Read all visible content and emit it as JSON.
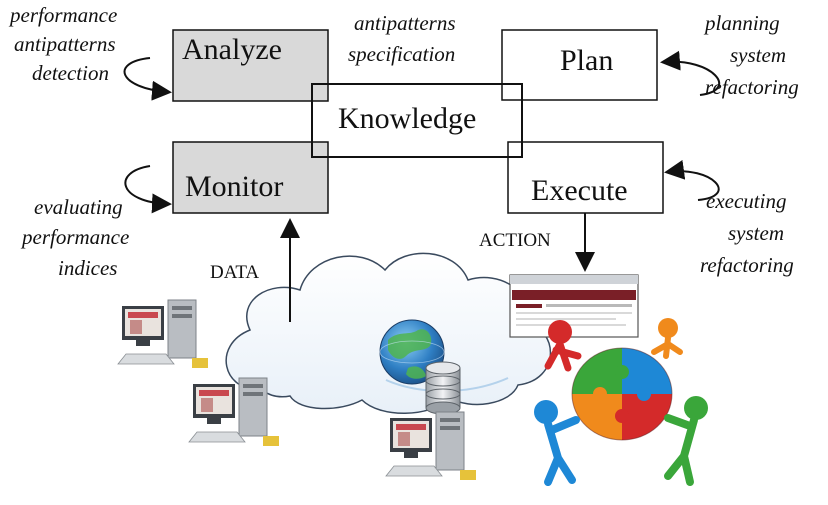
{
  "mapek": {
    "analyze": "Analyze",
    "plan": "Plan",
    "knowledge": "Knowledge",
    "monitor": "Monitor",
    "execute": "Execute"
  },
  "annotations": {
    "analyze_side": [
      "performance",
      "antipatterns",
      "detection"
    ],
    "spec": [
      "antipatterns",
      "specification"
    ],
    "plan_side": [
      "planning",
      "system",
      "refactoring"
    ],
    "monitor_side": [
      "evaluating",
      "performance",
      "indices"
    ],
    "execute_side": [
      "executing",
      "system",
      "refactoring"
    ]
  },
  "flows": {
    "data": "DATA",
    "action": "ACTION"
  },
  "colors": {
    "analyze_fill": "#d9d9d9",
    "monitor_fill": "#d9d9d9",
    "box_fill": "#ffffff",
    "stroke": "#111111",
    "puzzle_red": "#d42a2a",
    "puzzle_green": "#3aa63a",
    "puzzle_blue": "#1e88d6",
    "puzzle_orange": "#f08a1c"
  },
  "icons": [
    "cloud-icon",
    "globe-icon",
    "database-icon",
    "computer-icon",
    "browser-window-icon",
    "puzzle-team-icon"
  ]
}
